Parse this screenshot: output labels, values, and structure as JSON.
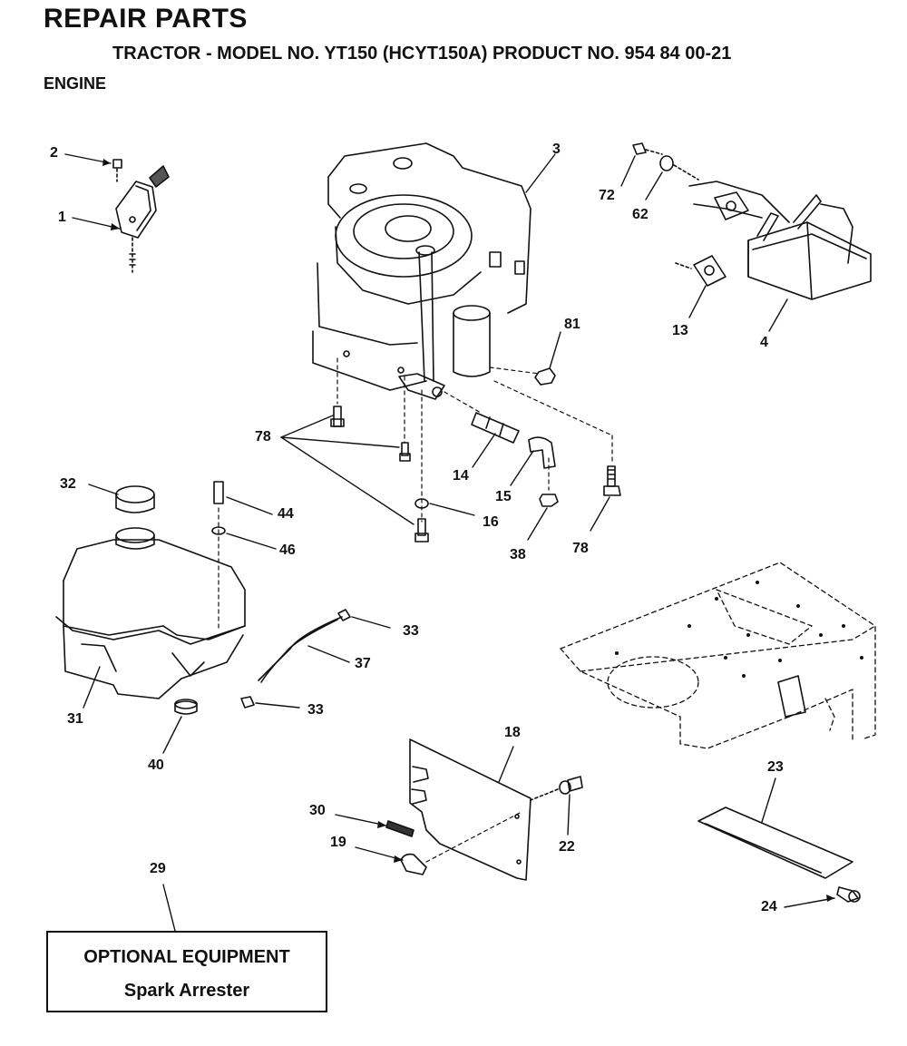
{
  "header": {
    "title": "REPAIR PARTS",
    "subtitle": "TRACTOR - MODEL NO. YT150 (HCYT150A) PRODUCT NO. 954 84 00-21",
    "section": "ENGINE"
  },
  "callouts": {
    "p1": "1",
    "p2": "2",
    "p3": "3",
    "p4": "4",
    "p13": "13",
    "p14": "14",
    "p15": "15",
    "p16": "16",
    "p18": "18",
    "p19": "19",
    "p22": "22",
    "p23": "23",
    "p24": "24",
    "p29": "29",
    "p30": "30",
    "p31": "31",
    "p32": "32",
    "p33a": "33",
    "p33b": "33",
    "p37": "37",
    "p38": "38",
    "p40": "40",
    "p44": "44",
    "p46": "46",
    "p62": "62",
    "p72": "72",
    "p78a": "78",
    "p78b": "78",
    "p81": "81"
  },
  "optional": {
    "title": "OPTIONAL EQUIPMENT",
    "item": "Spark Arrester"
  }
}
